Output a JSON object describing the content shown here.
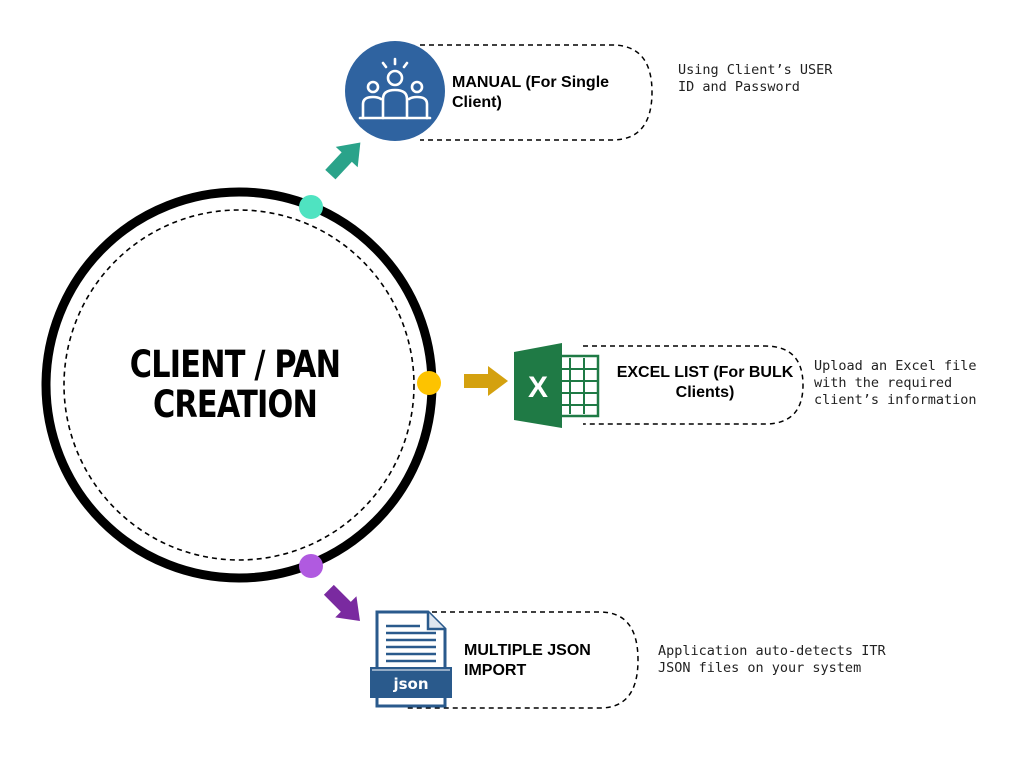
{
  "center": {
    "title_line1": "CLIENT / PAN",
    "title_line2": "CREATION"
  },
  "options": [
    {
      "id": "manual",
      "label": "MANUAL (For Single Client)",
      "description": "Using Client’s USER\nID and Password",
      "icon": "users-group-icon",
      "color": "#2f63a0",
      "arrow_color": "#2aa38a",
      "dot_color": "#4fe3c1"
    },
    {
      "id": "excel",
      "label": "EXCEL LIST (For BULK Clients)",
      "description": "Upload an Excel file\nwith the required\nclient’s information",
      "icon": "excel-icon",
      "color": "#1f7a45",
      "arrow_color": "#d4a10f",
      "dot_color": "#fdc300"
    },
    {
      "id": "json",
      "label": "MULTIPLE JSON IMPORT",
      "description": "Application auto-detects ITR\nJSON files on your system",
      "icon": "json-file-icon",
      "icon_text": "json",
      "color": "#2a5a8c",
      "arrow_color": "#7a2aa0",
      "dot_color": "#b05ae0"
    }
  ]
}
